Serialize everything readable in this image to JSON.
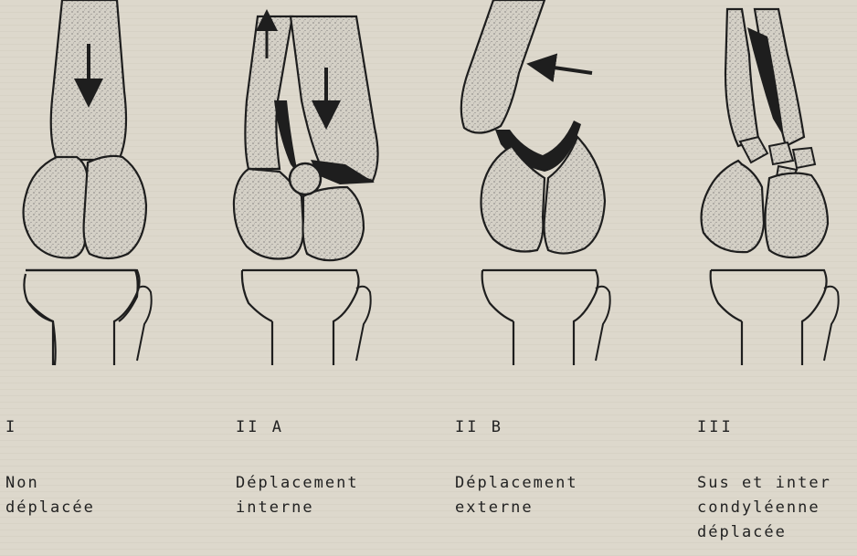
{
  "panels": [
    {
      "type": "I",
      "description_lines": [
        "Non",
        "déplacée"
      ]
    },
    {
      "type": "II A",
      "description_lines": [
        "Déplacement",
        "interne"
      ]
    },
    {
      "type": "II B",
      "description_lines": [
        "Déplacement",
        "externe"
      ]
    },
    {
      "type": "III",
      "description_lines": [
        "Sus et inter",
        "condyléenne",
        "déplacée"
      ]
    }
  ],
  "colors": {
    "bone_fill": "#d2cec4",
    "ink": "#1e1e1e",
    "background": "#ddd8cc"
  }
}
